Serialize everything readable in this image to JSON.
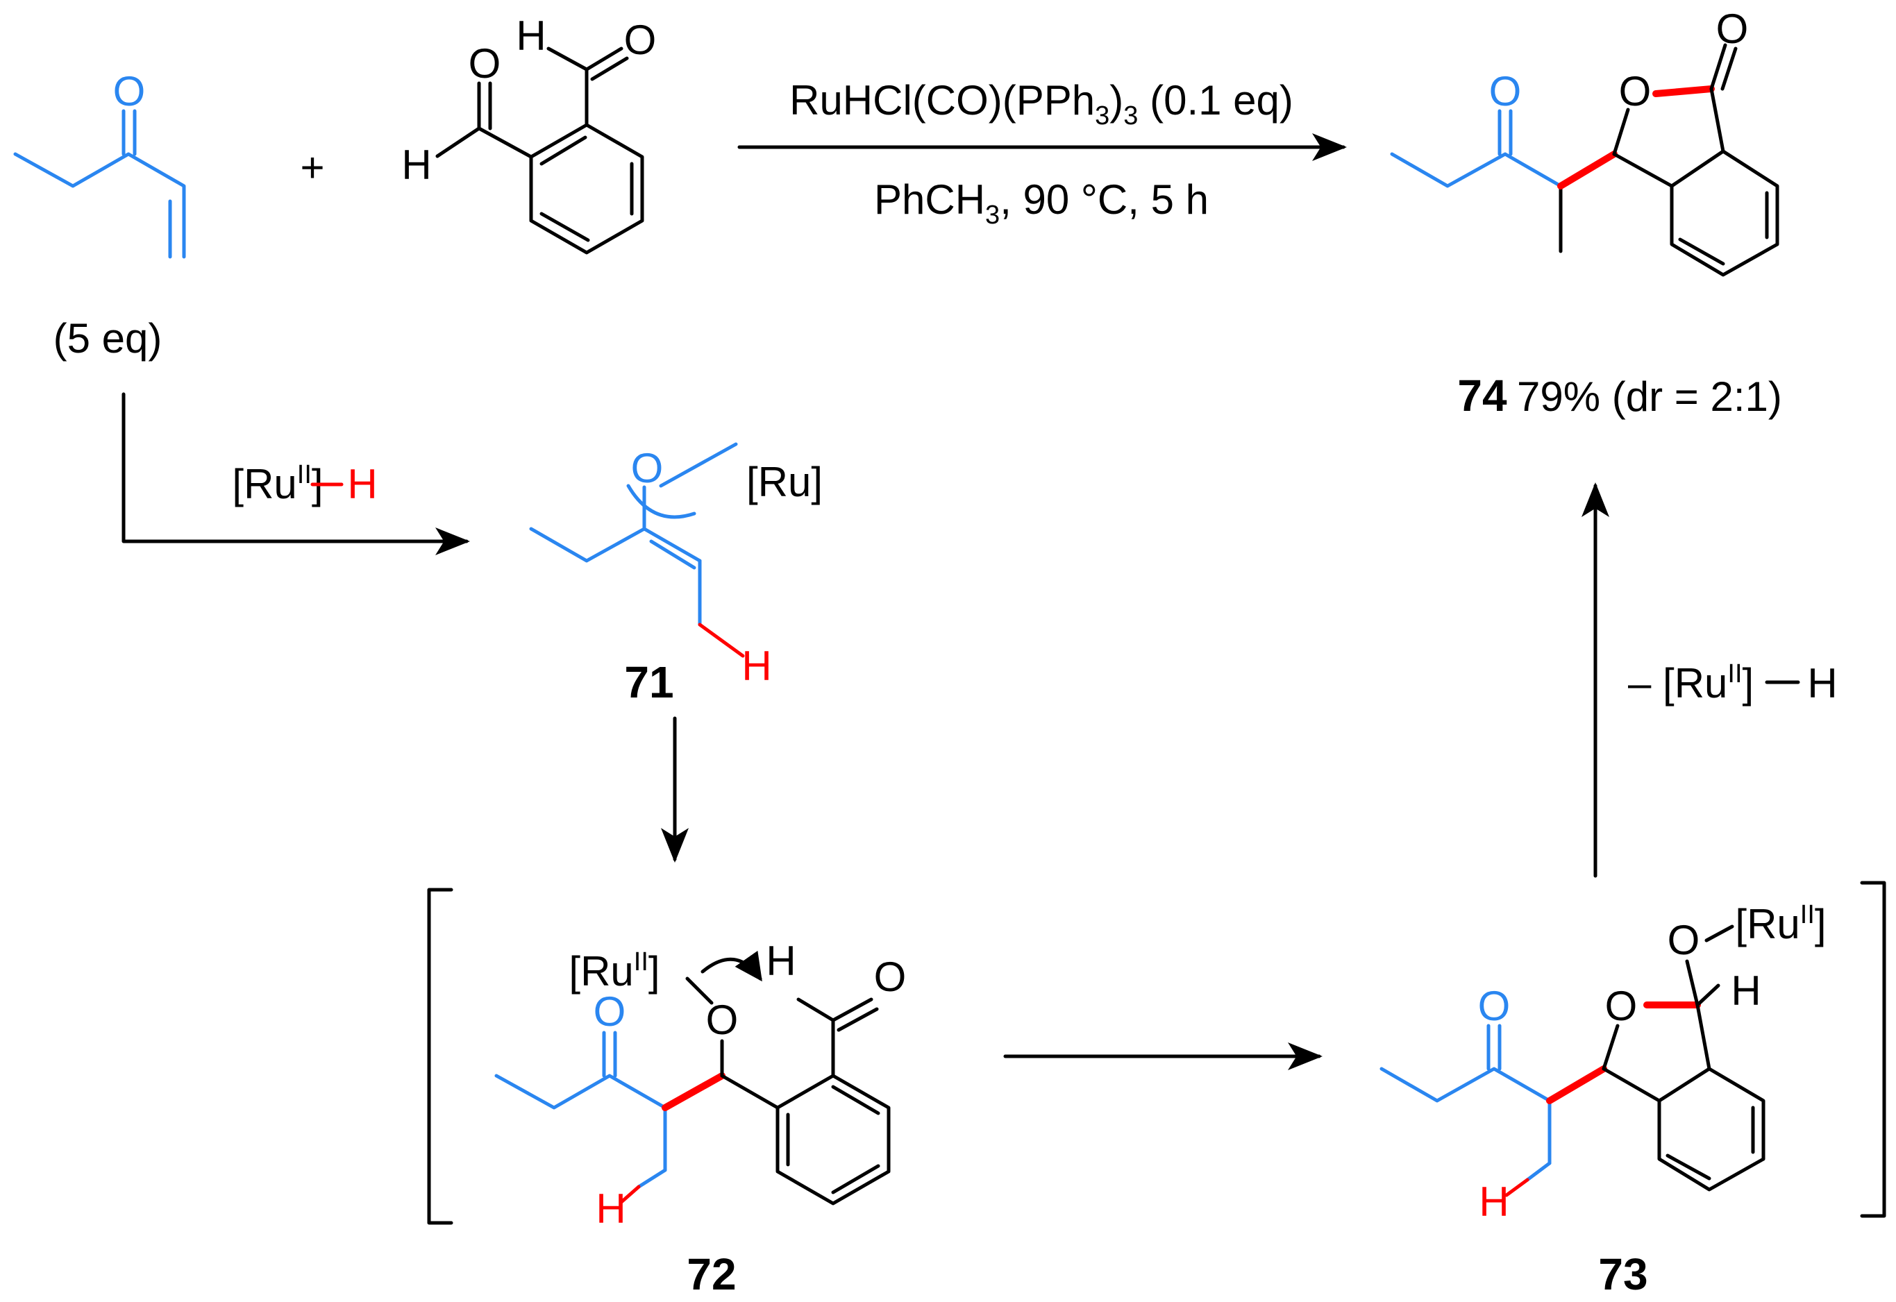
{
  "conditions": {
    "catalyst_main": "RuHCl(CO)(PPh",
    "catalyst_sub": "3",
    "catalyst_tail": ")",
    "catalyst_sub2": "3",
    "catalyst_eq": " (0.1 eq)",
    "solvent_main": "PhCH",
    "solvent_sub": "3",
    "solvent_tail": ", 90 °C, 5 h"
  },
  "reagents": {
    "plus": "+",
    "equiv": "(5 eq)"
  },
  "step1": {
    "ru": "[Ru",
    "ru_sup": "II",
    "ru_close": "]",
    "h": "H"
  },
  "step_last": {
    "minus_ru": "– [Ru",
    "ru_sup": "II",
    "ru_close": "]",
    "h": "H"
  },
  "atoms": {
    "O": "O",
    "H": "H",
    "ru": "[Ru]",
    "ru2": "[Ru",
    "ru2_sup": "II",
    "ru2_close": "]"
  },
  "compounds": {
    "c71": "71",
    "c72": "72",
    "c73": "73",
    "c74": "74",
    "c74_yield": "79% (dr = 2:1)"
  },
  "colors": {
    "substrate": "#2a86f0",
    "new_bond": "#ff0000",
    "text": "#000000"
  }
}
